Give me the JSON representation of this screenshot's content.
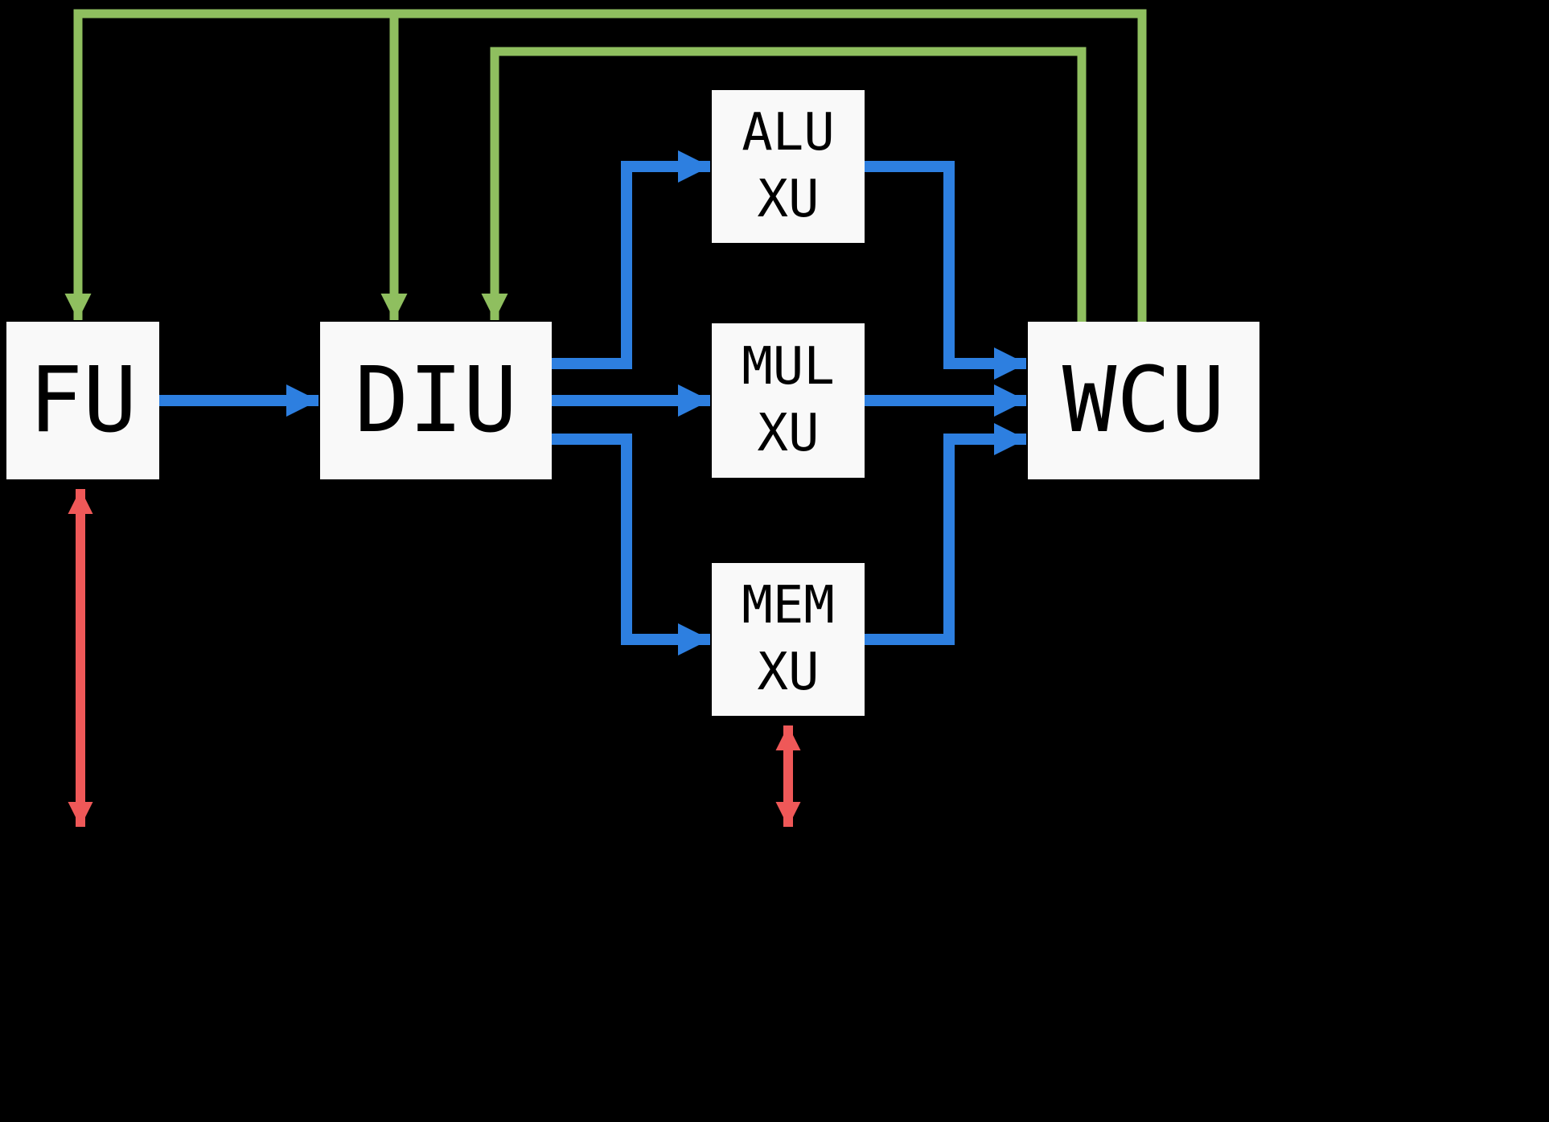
{
  "colors": {
    "background": "#000000",
    "node_fill": "#f9f9f9",
    "node_text": "#000000",
    "flow_blue": "#2d7fe0",
    "feedback_green": "#8fbf5f",
    "memory_red": "#ef5858"
  },
  "nodes": {
    "fu": {
      "label": "FU"
    },
    "diu": {
      "label": "DIU"
    },
    "alu_xu": {
      "label": "ALU\nXU"
    },
    "mul_xu": {
      "label": "MUL\nXU"
    },
    "mem_xu": {
      "label": "MEM\nXU"
    },
    "wcu": {
      "label": "WCU"
    }
  },
  "edges": [
    {
      "from": "FU",
      "to": "DIU",
      "color": "blue",
      "style": "arrow"
    },
    {
      "from": "DIU",
      "to": "ALU XU",
      "color": "blue",
      "style": "arrow"
    },
    {
      "from": "DIU",
      "to": "MUL XU",
      "color": "blue",
      "style": "arrow"
    },
    {
      "from": "DIU",
      "to": "MEM XU",
      "color": "blue",
      "style": "arrow"
    },
    {
      "from": "ALU XU",
      "to": "WCU",
      "color": "blue",
      "style": "arrow"
    },
    {
      "from": "MUL XU",
      "to": "WCU",
      "color": "blue",
      "style": "arrow"
    },
    {
      "from": "MEM XU",
      "to": "WCU",
      "color": "blue",
      "style": "arrow"
    },
    {
      "from": "WCU",
      "to": "FU",
      "color": "green",
      "style": "arrow",
      "route": "outer-top"
    },
    {
      "from": "WCU",
      "to": "DIU",
      "color": "green",
      "style": "arrow",
      "route": "branch-of-outer-top"
    },
    {
      "from": "WCU",
      "to": "DIU",
      "color": "green",
      "style": "arrow",
      "route": "inner-top"
    },
    {
      "at": "FU",
      "color": "red",
      "style": "double-arrow-vertical"
    },
    {
      "at": "MEM XU",
      "color": "red",
      "style": "double-arrow-vertical"
    }
  ]
}
